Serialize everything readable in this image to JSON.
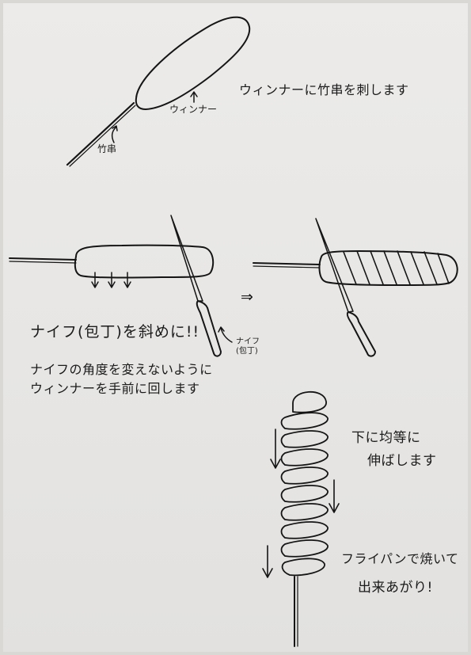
{
  "step1": {
    "instruction": "ウィンナーに竹串を刺します",
    "label_sausage": "ウィンナー",
    "label_skewer": "竹串"
  },
  "step2": {
    "arrow": "⇒",
    "label_knife_1": "ナイフ",
    "label_knife_2": "(包丁)",
    "instruction_main": "ナイフ(包丁)を斜めに!!",
    "instruction_line1": "ナイフの角度を変えないように",
    "instruction_line2": "ウィンナーを手前に回します"
  },
  "step3": {
    "instruction_line1": "下に均等に",
    "instruction_line2": "伸ばします",
    "finish_line1": "フライパンで焼いて",
    "finish_line2": "出来あがり!"
  }
}
